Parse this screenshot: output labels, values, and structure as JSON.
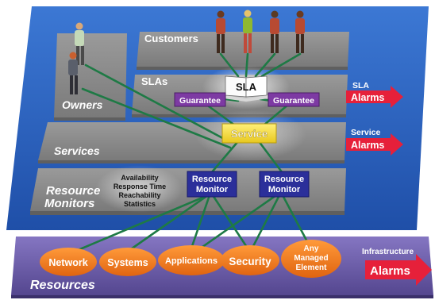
{
  "layers": {
    "customers": "Customers",
    "slas": "SLAs",
    "owners": "Owners",
    "services": "Services",
    "resource_monitors_line1": "Resource",
    "resource_monitors_line2": "Monitors",
    "resources": "Resources"
  },
  "sla_book": "SLA",
  "guarantees": [
    "Guarantee",
    "Guarantee"
  ],
  "service": "Service",
  "monitor_metrics": [
    "Availability",
    "Response Time",
    "Reachability",
    "Statistics"
  ],
  "resource_monitors": [
    {
      "line1": "Resource",
      "line2": "Monitor"
    },
    {
      "line1": "Resource",
      "line2": "Monitor"
    }
  ],
  "resources": [
    "Network",
    "Systems",
    "Applications",
    "Security"
  ],
  "managed_element": {
    "line1": "Any",
    "line2": "Managed",
    "line3": "Element"
  },
  "alarms": [
    {
      "caption": "SLA",
      "label": "Alarms"
    },
    {
      "caption": "Service",
      "label": "Alarms"
    },
    {
      "caption": "Infrastructure",
      "label": "Alarms"
    }
  ],
  "colors": {
    "background_panel": "#2a5fc0",
    "layer_gray": "#8a8a8a",
    "resources_band": "#6d5ea8",
    "connection_lines": "#1e7a45",
    "guarantee": "#7d3aa3",
    "service": "#f4df2e",
    "monitor": "#2b2f9a",
    "resource_oval": "#ef7a18",
    "alarm_arrow": "#e6203a"
  }
}
